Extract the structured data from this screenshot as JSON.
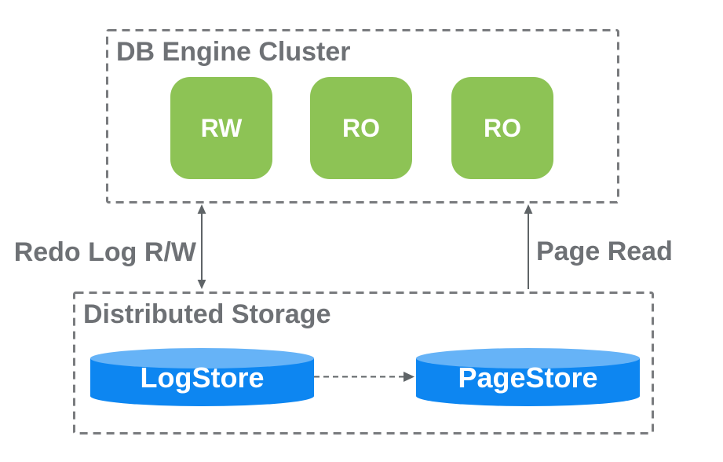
{
  "colors": {
    "node_green": "#8DC355",
    "store_blue": "#0D86F1",
    "store_blue_light": "#66B3F7",
    "box_border_gray": "#797B7E",
    "arrow_gray": "#5F6467",
    "label_gray": "#6E7175",
    "node_text": "#FFFFFF"
  },
  "diagram": {
    "cluster": {
      "title": "DB Engine Cluster",
      "nodes": [
        {
          "label": "RW"
        },
        {
          "label": "RO"
        },
        {
          "label": "RO"
        }
      ]
    },
    "storage": {
      "title": "Distributed Storage",
      "stores": [
        {
          "label": "LogStore"
        },
        {
          "label": "PageStore"
        }
      ]
    },
    "edges": {
      "redo_log": {
        "label": "Redo Log R/W",
        "style": "solid",
        "direction": "both",
        "from": "DB Engine Cluster",
        "to": "Distributed Storage"
      },
      "page_read": {
        "label": "Page Read",
        "style": "solid",
        "direction": "up",
        "from": "Distributed Storage",
        "to": "DB Engine Cluster"
      },
      "log_to_page": {
        "label": "",
        "style": "dashed",
        "direction": "right",
        "from": "LogStore",
        "to": "PageStore"
      }
    }
  }
}
